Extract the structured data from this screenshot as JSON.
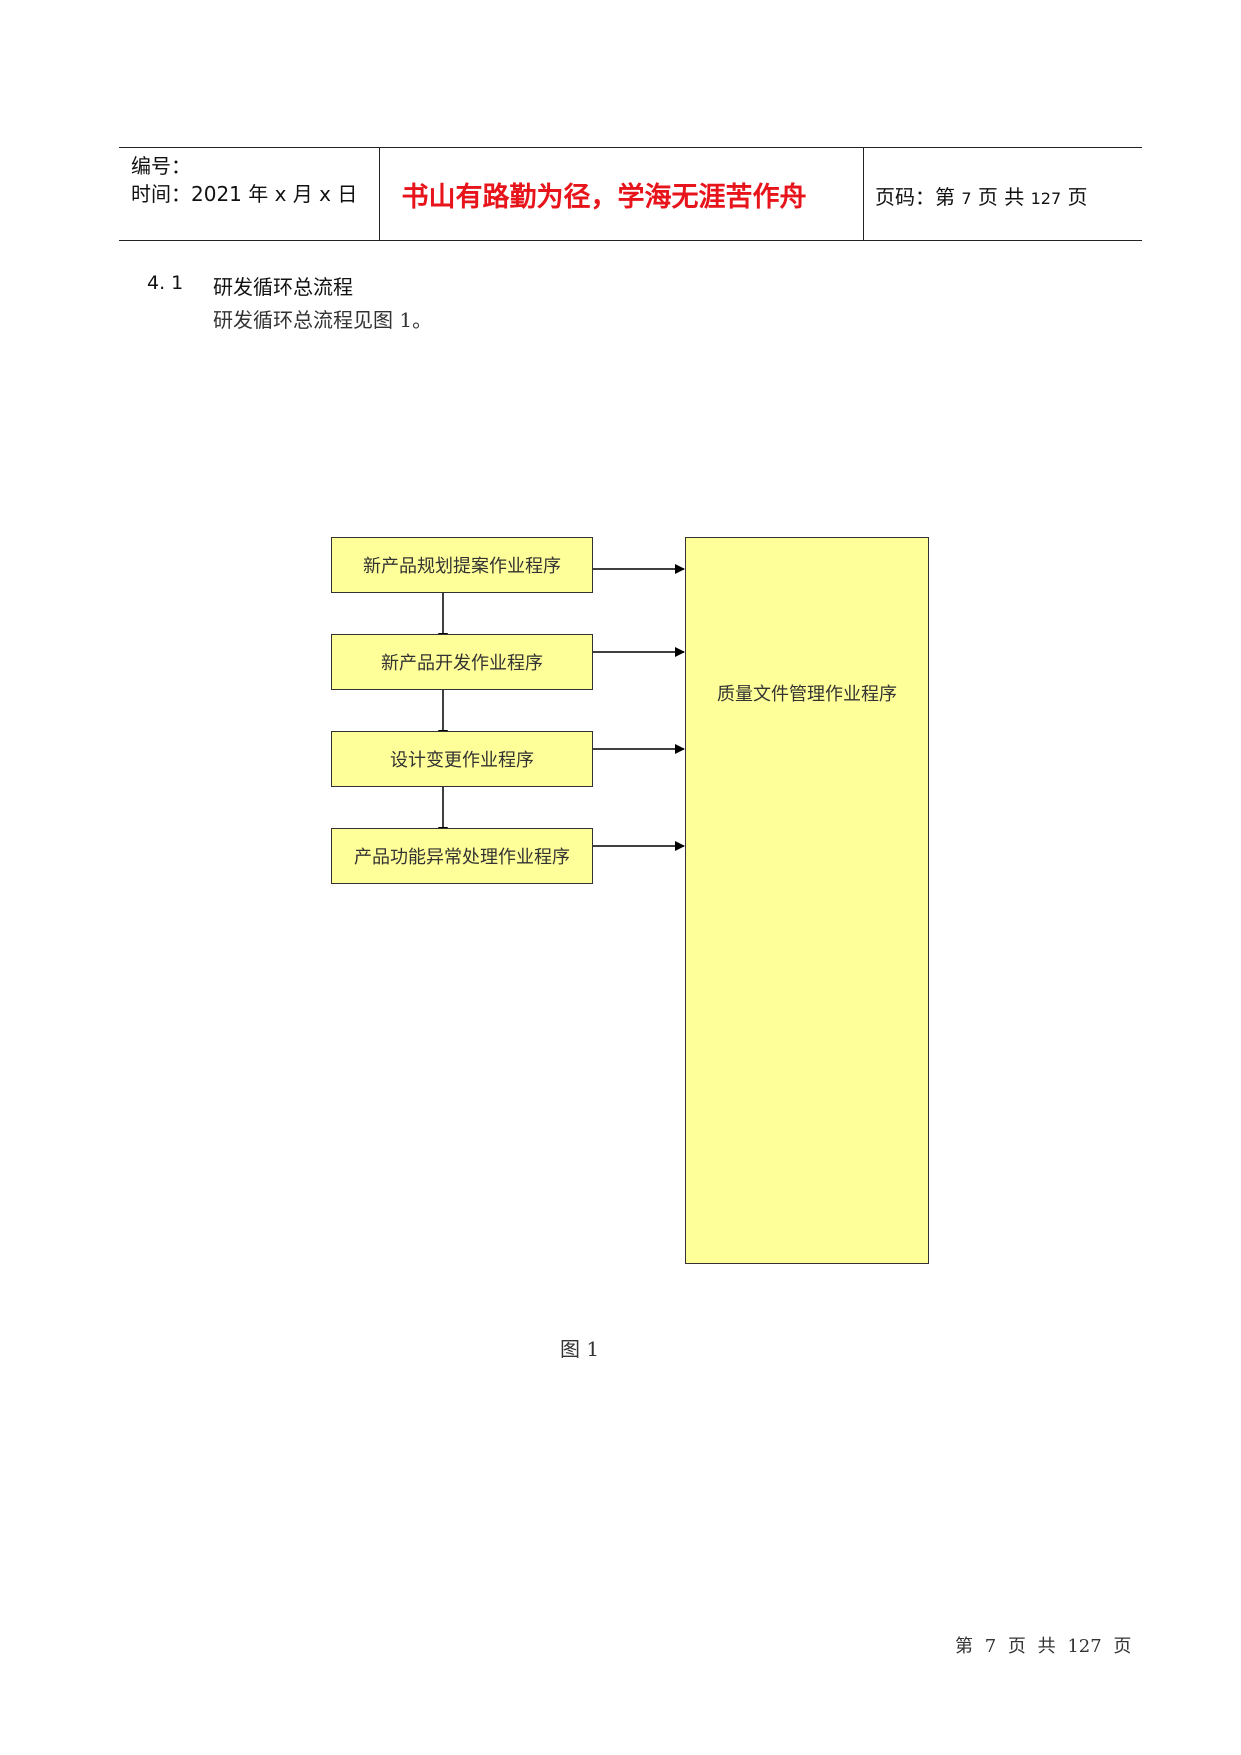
{
  "header": {
    "serial_label": "编号：",
    "time_label": "时间：2021 年 x 月 x 日",
    "motto": "书山有路勤为径，学海无涯苦作舟",
    "page_prefix": "页码：第",
    "page_num": "7",
    "page_mid": "页  共",
    "page_total": "127",
    "page_suffix": "页"
  },
  "section": {
    "number": "4. 1",
    "title": "研发循环总流程",
    "body": "研发循环总流程见图 1。"
  },
  "diagram": {
    "steps": [
      "新产品规划提案作业程序",
      "新产品开发作业程序",
      "设计变更作业程序",
      "产品功能异常处理作业程序"
    ],
    "target": "质量文件管理作业程序",
    "caption": "图 1"
  },
  "footer": {
    "text": "第 7 页 共 127 页"
  },
  "colors": {
    "box_fill": "#ffff99",
    "motto_red": "#e8141b"
  }
}
